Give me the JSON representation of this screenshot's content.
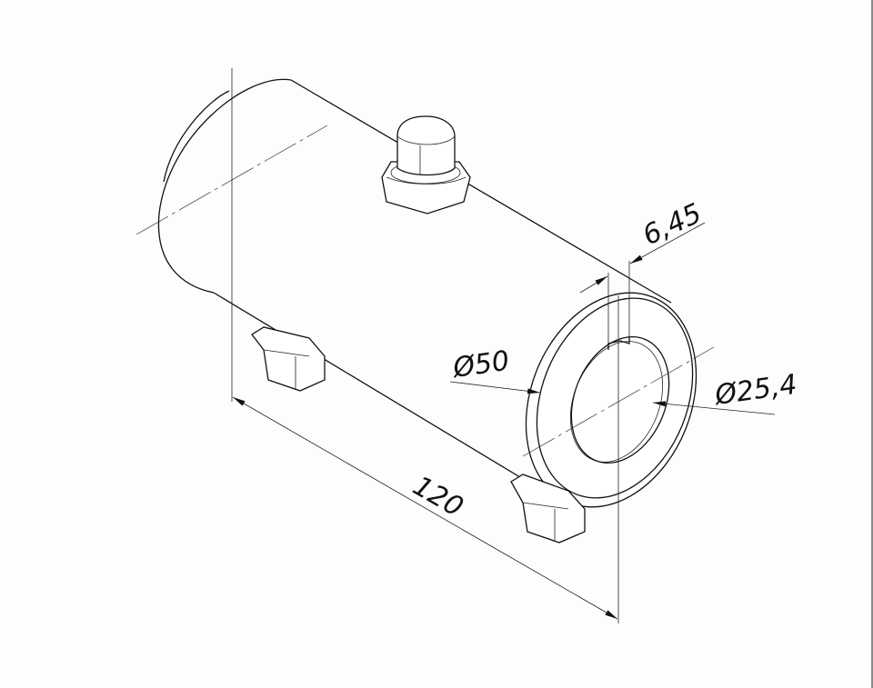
{
  "drawing": {
    "title": "Shaft coupling isometric view",
    "dimensions": {
      "length": "120",
      "outer_diameter": "Ø50",
      "bore_diameter": "Ø25,4",
      "keyway_width": "6,45"
    },
    "colors": {
      "line": "#111111",
      "background": "#fdfdfd",
      "border": "#8a8a8a"
    }
  }
}
